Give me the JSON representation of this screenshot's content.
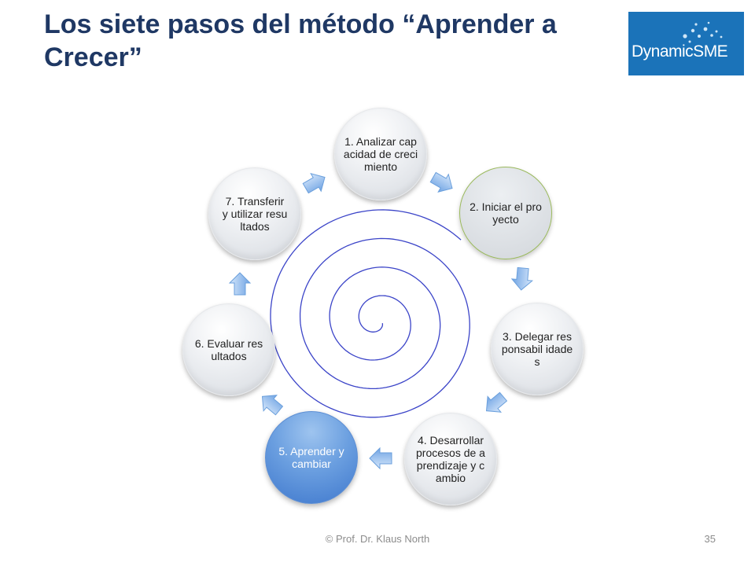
{
  "slide": {
    "title": "Los siete pasos del método “Aprender a Crecer”",
    "footer": "© Prof. Dr. Klaus North",
    "page_number": "35"
  },
  "logo": {
    "text": "DynamicSME",
    "color": "#1b73b9"
  },
  "colors": {
    "title": "#1f3864",
    "arrow": "#6fa3e3",
    "spiral": "#3b44c8",
    "step2_border": "#9ab95c",
    "step5_fill": "#4a82d4"
  },
  "steps": [
    {
      "label": "1. Analizar capacidad de crecimiento"
    },
    {
      "label": "2. Iniciar el proyecto"
    },
    {
      "label": "3. Delegar responsabil idades"
    },
    {
      "label": "4. Desarrollar procesos de aprendizaje y cambio"
    },
    {
      "label": "5. Aprender y cambiar"
    },
    {
      "label": "6. Evaluar resultados"
    },
    {
      "label": "7. Transferir y utilizar resultados"
    }
  ]
}
